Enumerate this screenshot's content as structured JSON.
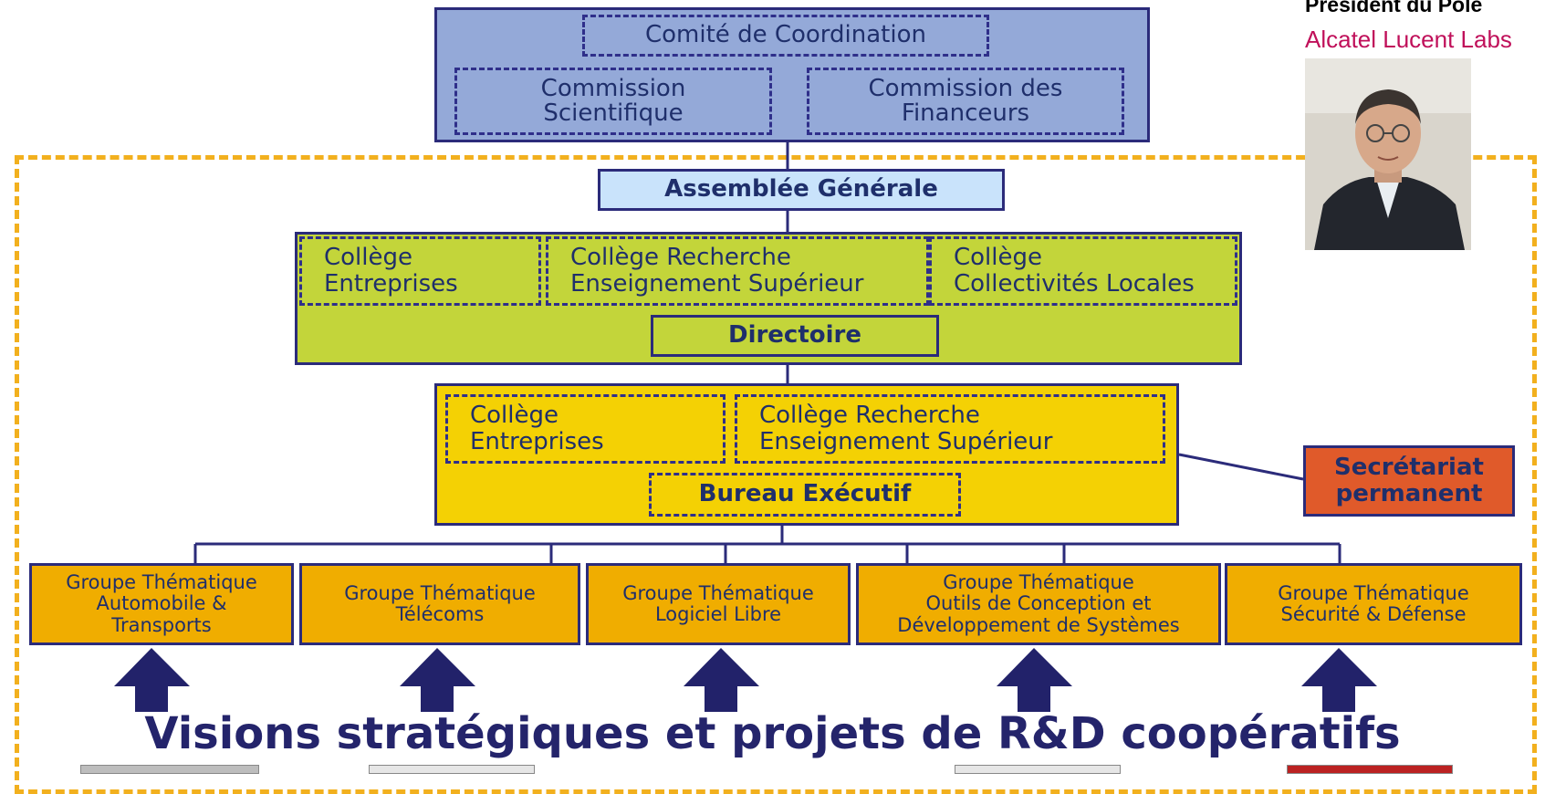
{
  "top": {
    "comite": "Comité de Coordination",
    "commission_scientifique": [
      "Commission",
      "Scientifique"
    ],
    "commission_financeurs": [
      "Commission des",
      "Financeurs"
    ]
  },
  "assemblee": "Assemblée Générale",
  "green": {
    "col1": [
      "Collège",
      "Entreprises"
    ],
    "col2": [
      "Collège Recherche",
      "Enseignement Supérieur"
    ],
    "col3": [
      "Collège",
      "Collectivités Locales"
    ],
    "directoire": "Directoire"
  },
  "yellow": {
    "col1": [
      "Collège",
      "Entreprises"
    ],
    "col2": [
      "Collège Recherche",
      "Enseignement Supérieur"
    ],
    "bureau": "Bureau Exécutif"
  },
  "secretariat": [
    "Secrétariat",
    "permanent"
  ],
  "groups": [
    [
      "Groupe Thématique",
      "Automobile & ",
      "Transports"
    ],
    [
      "Groupe Thématique",
      "Télécoms"
    ],
    [
      "Groupe Thématique",
      "Logiciel Libre"
    ],
    [
      "Groupe Thématique",
      "Outils de Conception et",
      "Développement de Systèmes"
    ],
    [
      "Groupe Thématique",
      "Sécurité &  Défense"
    ]
  ],
  "tagline": "Visions stratégiques et projets de R&D coopératifs",
  "president": {
    "title": "Président du Pôle",
    "company": "Alcatel Lucent Labs"
  },
  "colors": {
    "navy": "#2b2b7a",
    "blue_block": "#94a9d8",
    "light_blue": "#c9e3fb",
    "green_block": "#c3d53a",
    "yellow_block": "#f4d104",
    "orange_group": "#f0ad00",
    "secretariat": "#e05a2a",
    "outer_frame": "#f2b01e",
    "company_text": "#c0105a"
  }
}
